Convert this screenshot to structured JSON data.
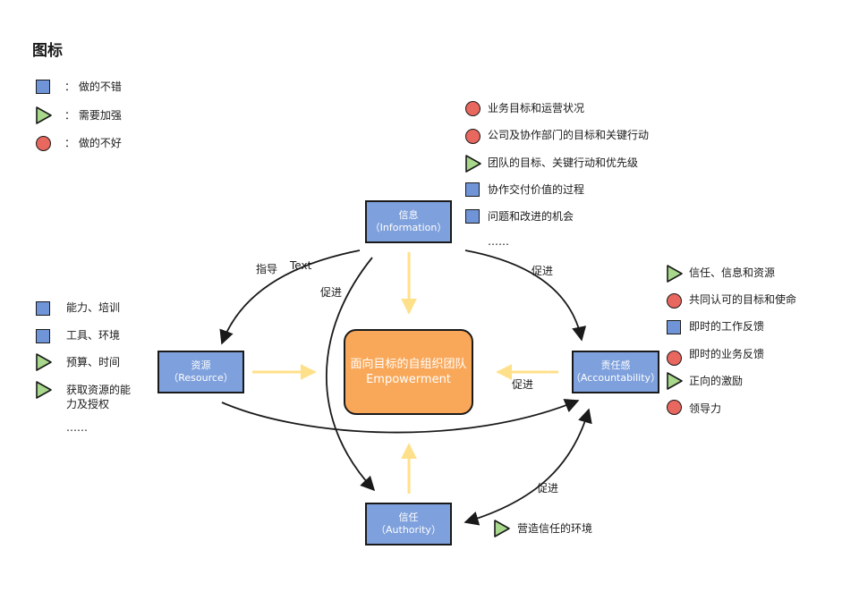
{
  "legend": {
    "title": "图标",
    "items": [
      {
        "shape": "square",
        "label": "：  做的不错"
      },
      {
        "shape": "triangle",
        "label": "：  需要加强"
      },
      {
        "shape": "circle",
        "label": "：  做的不好"
      }
    ]
  },
  "colors": {
    "square": "#6f95d8",
    "triangle": "#a8d88c",
    "circle": "#e8675e",
    "node": "#7ea0dc",
    "center": "#f9a85a",
    "yellow_arrow": "#ffe08a"
  },
  "center": {
    "line1": "面向目标的自组织团队",
    "line2": "Empowerment"
  },
  "nodes": {
    "info": {
      "line1": "信息",
      "line2": "（Information）"
    },
    "resource": {
      "line1": "资源",
      "line2": "（Resource）"
    },
    "accountability": {
      "line1": "责任感",
      "line2": "（Accountability）"
    },
    "authority": {
      "line1": "信任",
      "line2": "（Authority）"
    }
  },
  "edge_labels": {
    "guide": "指导",
    "text": "Text",
    "promote_left": "促进",
    "promote_right": "促进",
    "promote_center": "促进",
    "promote_bottom": "促进"
  },
  "info_list": [
    {
      "shape": "circle",
      "label": "业务目标和运营状况"
    },
    {
      "shape": "circle",
      "label": "公司及协作部门的目标和关键行动"
    },
    {
      "shape": "triangle",
      "label": "团队的目标、关键行动和优先级"
    },
    {
      "shape": "square",
      "label": "协作交付价值的过程"
    },
    {
      "shape": "square",
      "label": "问题和改进的机会"
    }
  ],
  "info_more": "……",
  "resource_list": [
    {
      "shape": "square",
      "label": "能力、培训"
    },
    {
      "shape": "square",
      "label": "工具、环境"
    },
    {
      "shape": "triangle",
      "label": "预算、时间"
    },
    {
      "shape": "triangle",
      "label": "获取资源的能"
    },
    {
      "shape": "none",
      "label": "力及授权"
    }
  ],
  "resource_more": "……",
  "accountability_list": [
    {
      "shape": "triangle",
      "label": "信任、信息和资源"
    },
    {
      "shape": "circle",
      "label": "共同认可的目标和使命"
    },
    {
      "shape": "square",
      "label": "即时的工作反馈"
    },
    {
      "shape": "circle",
      "label": "即时的业务反馈"
    },
    {
      "shape": "triangle",
      "label": "正向的激励"
    },
    {
      "shape": "circle",
      "label": "领导力"
    }
  ],
  "authority_list": [
    {
      "shape": "triangle",
      "label": "营造信任的环境"
    }
  ]
}
